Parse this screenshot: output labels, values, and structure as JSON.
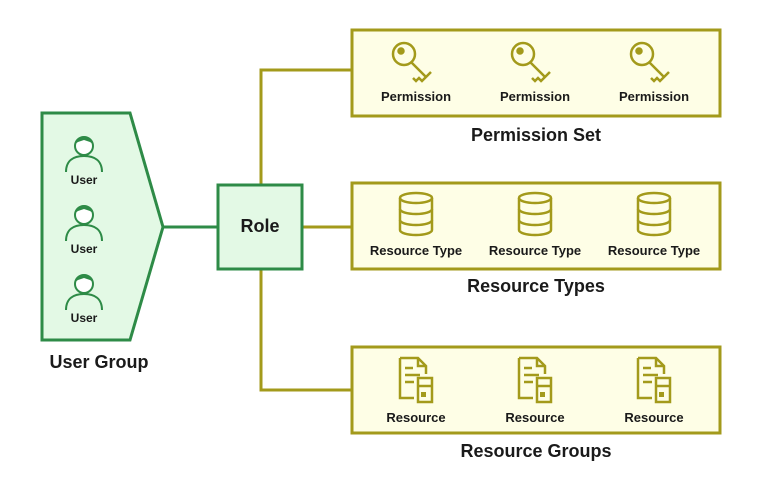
{
  "colors": {
    "green_stroke": "#2e8b47",
    "green_fill": "#e3f9e5",
    "olive_stroke": "#a39a1b",
    "olive_fill": "#fefee6",
    "icon_olive": "#a39a1b",
    "icon_green": "#2e8b47",
    "text": "#1a1a1a"
  },
  "user_group": {
    "label": "User Group",
    "users": [
      {
        "label": "User",
        "icon": "user-icon"
      },
      {
        "label": "User",
        "icon": "user-icon"
      },
      {
        "label": "User",
        "icon": "user-icon"
      }
    ]
  },
  "role": {
    "label": "Role"
  },
  "permission_set": {
    "label": "Permission Set",
    "items": [
      {
        "label": "Permission",
        "icon": "key-icon"
      },
      {
        "label": "Permission",
        "icon": "key-icon"
      },
      {
        "label": "Permission",
        "icon": "key-icon"
      }
    ]
  },
  "resource_types": {
    "label": "Resource Types",
    "items": [
      {
        "label": "Resource Type",
        "icon": "database-icon"
      },
      {
        "label": "Resource Type",
        "icon": "database-icon"
      },
      {
        "label": "Resource Type",
        "icon": "database-icon"
      }
    ]
  },
  "resource_groups": {
    "label": "Resource Groups",
    "items": [
      {
        "label": "Resource",
        "icon": "document-server-icon"
      },
      {
        "label": "Resource",
        "icon": "document-server-icon"
      },
      {
        "label": "Resource",
        "icon": "document-server-icon"
      }
    ]
  }
}
